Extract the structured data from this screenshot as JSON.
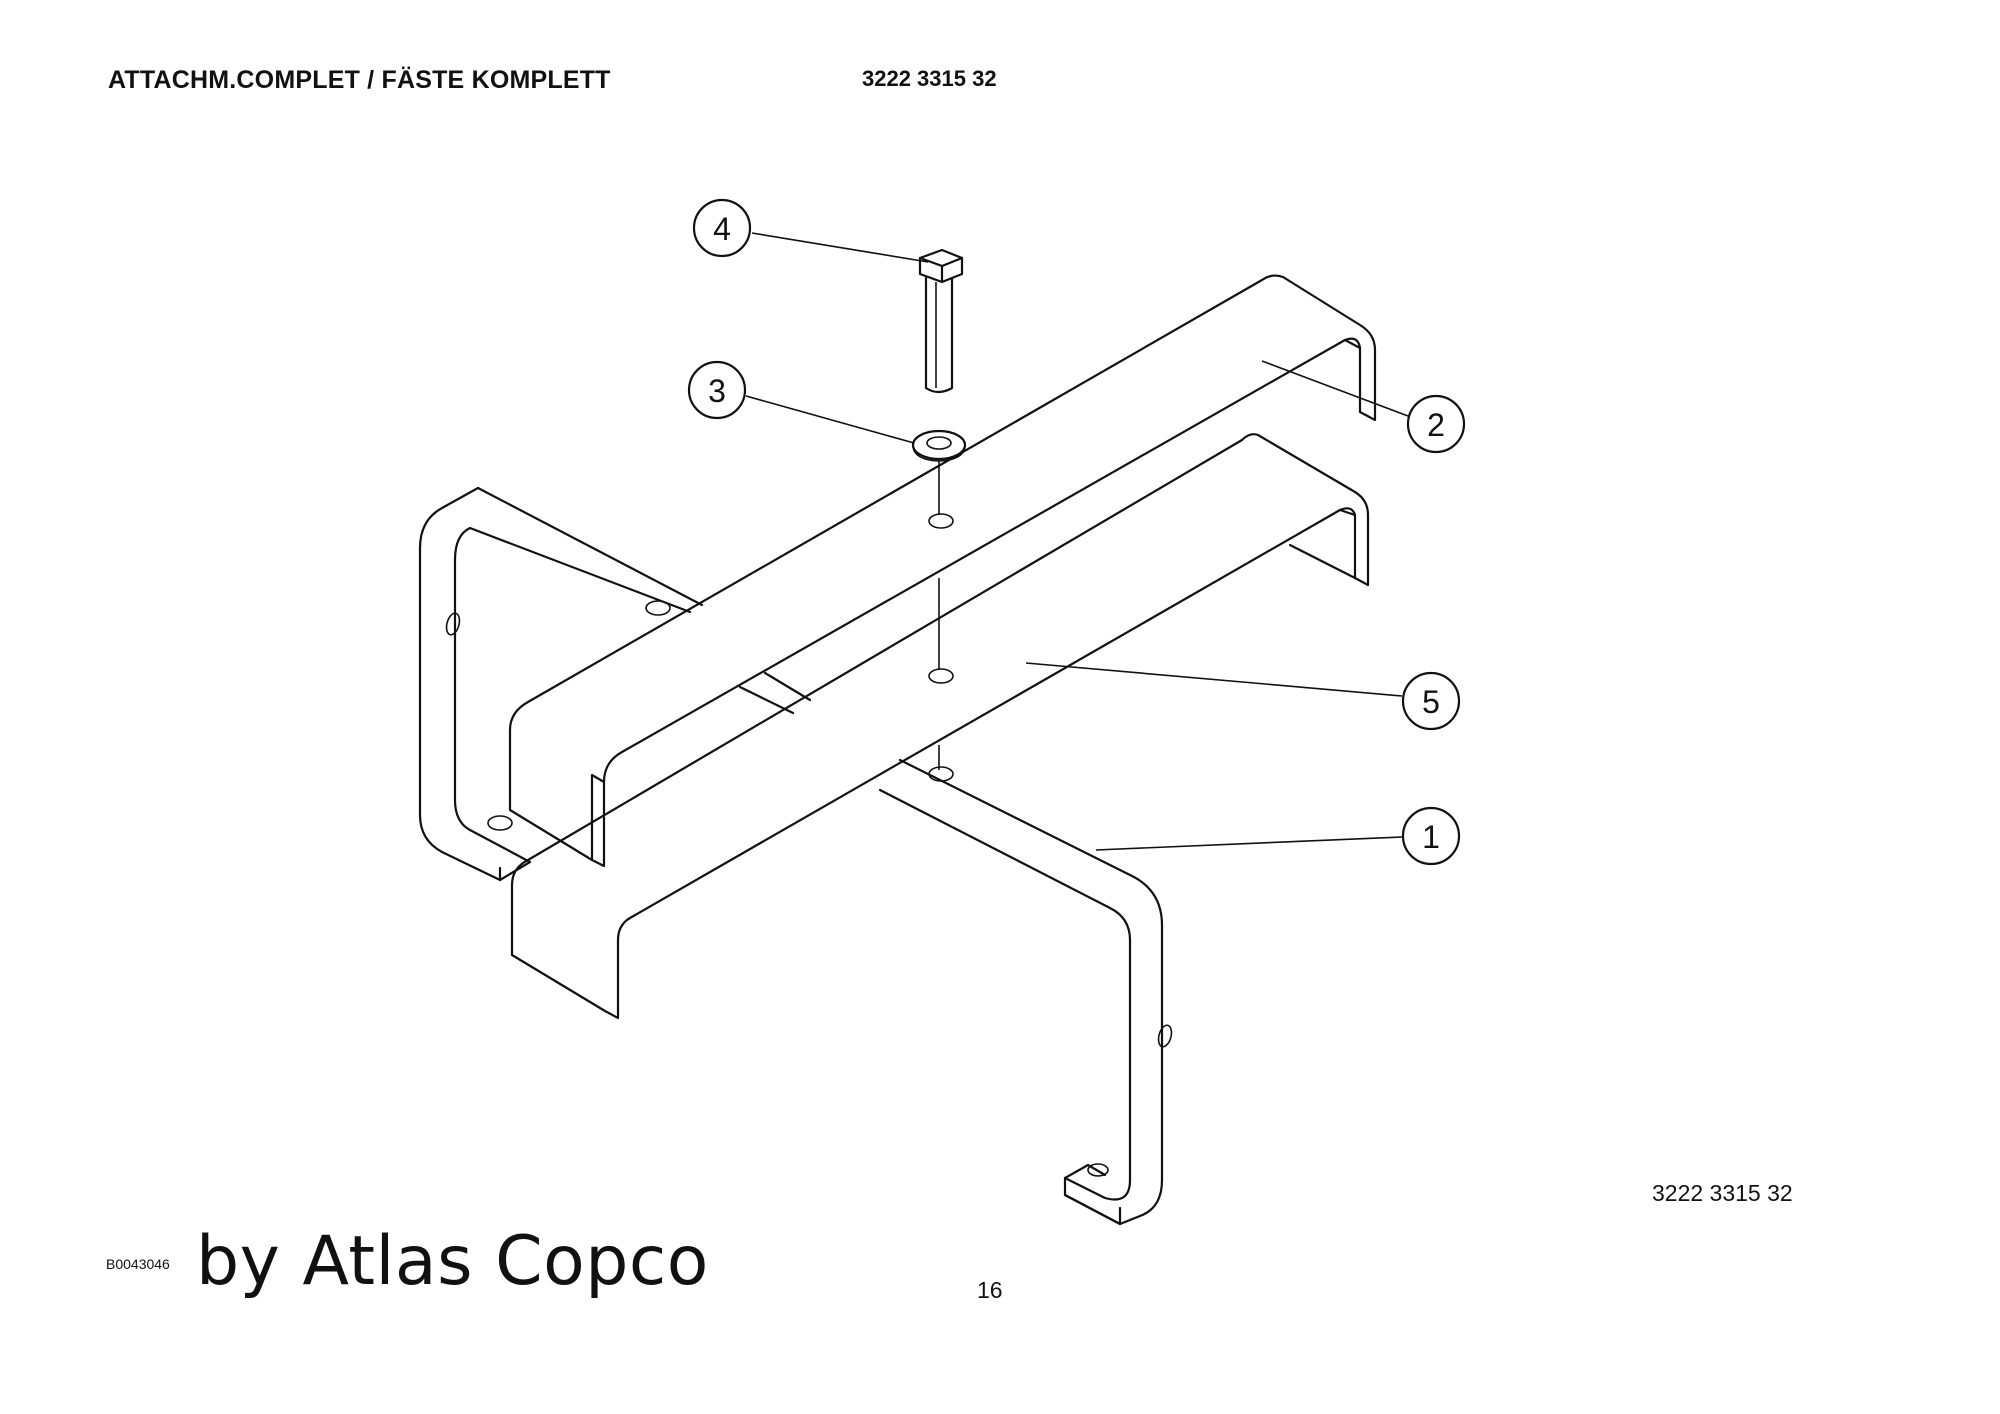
{
  "header": {
    "title": "ATTACHM.COMPLET / FÄSTE KOMPLETT",
    "part_number": "3222 3315 32"
  },
  "footer": {
    "part_number": "3222 3315 32",
    "drawing_code": "B0043046",
    "credit": "by Atlas Copco",
    "page_number": "16"
  },
  "callouts": [
    {
      "id": "balloon-4",
      "label": "4"
    },
    {
      "id": "balloon-3",
      "label": "3"
    },
    {
      "id": "balloon-2",
      "label": "2"
    },
    {
      "id": "balloon-5",
      "label": "5"
    },
    {
      "id": "balloon-1",
      "label": "1"
    }
  ]
}
